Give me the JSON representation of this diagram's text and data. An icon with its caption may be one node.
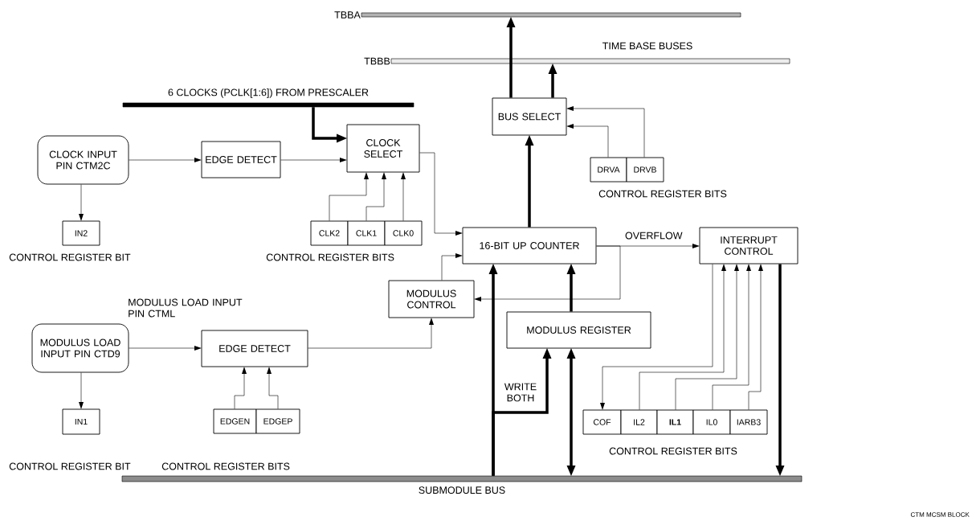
{
  "diagram": {
    "nodes": [
      {
        "text": [
          "TBBA"
        ]
      },
      {
        "text": [
          "TBBB"
        ]
      },
      {
        "text": [
          "6 CLOCKS (PCLK[1:6]) FROM PRESCALER"
        ]
      },
      {
        "text": [
          "CLOCK INPUT PIN CTM2C"
        ]
      },
      {
        "text": [
          "EDGE DETECT"
        ]
      },
      {
        "text": [
          "CLOCK SELECT"
        ]
      },
      {
        "text": [
          "BUS SELECT"
        ]
      },
      {
        "text": [
          "DRVA"
        ]
      },
      {
        "text": [
          "DRVB"
        ]
      },
      {
        "text": [
          "IN2"
        ]
      },
      {
        "text": [
          "CLK2"
        ]
      },
      {
        "text": [
          "CLK1"
        ]
      },
      {
        "text": [
          "CLK0"
        ]
      },
      {
        "text": [
          "16-BIT UP COUNTER"
        ]
      },
      {
        "text": [
          "INTERRUPT CONTROL"
        ]
      },
      {
        "text": [
          "MODULUS CONTROL"
        ]
      },
      {
        "text": [
          "MODULUS LOAD INPUT PIN CTD9"
        ]
      },
      {
        "text": [
          "EDGE DETECT"
        ]
      },
      {
        "text": [
          "MODULUS REGISTER"
        ]
      },
      {
        "text": [
          "EDGEN"
        ]
      },
      {
        "text": [
          "EDGEP"
        ]
      },
      {
        "text": [
          "IN1"
        ]
      },
      {
        "text": [
          "COF"
        ]
      },
      {
        "text": [
          "IL2"
        ]
      },
      {
        "text": [
          "IL1"
        ]
      },
      {
        "text": [
          "IL0"
        ]
      },
      {
        "text": [
          "IARB3"
        ]
      },
      {
        "text": [
          "SUBMODULE BUS"
        ]
      }
    ],
    "edges": [
      {
        "from": 6,
        "to": 0,
        "arrow": "to",
        "style": "thick"
      },
      {
        "from": 6,
        "to": 1,
        "arrow": "to",
        "style": "thick"
      },
      {
        "from": 13,
        "to": 6,
        "arrow": "to",
        "style": "thick"
      },
      {
        "from": 2,
        "to": 5,
        "arrow": "to",
        "style": "thick"
      },
      {
        "from": 3,
        "to": 4,
        "arrow": "to"
      },
      {
        "from": 4,
        "to": 5,
        "arrow": "to"
      },
      {
        "from": 3,
        "to": 9,
        "arrow": "to"
      },
      {
        "from": 10,
        "to": 5,
        "arrow": "to"
      },
      {
        "from": 11,
        "to": 5,
        "arrow": "to"
      },
      {
        "from": 12,
        "to": 5,
        "arrow": "to"
      },
      {
        "from": 7,
        "to": 6,
        "arrow": "to"
      },
      {
        "from": 8,
        "to": 6,
        "arrow": "to"
      },
      {
        "from": 5,
        "to": 13,
        "arrow": "to"
      },
      {
        "from": 15,
        "to": 13,
        "arrow": "to"
      },
      {
        "from": 13,
        "to": 14,
        "arrow": "to",
        "label": "OVERFLOW"
      },
      {
        "from": 13,
        "to": 15,
        "arrow": "to"
      },
      {
        "from": 16,
        "to": 17,
        "arrow": "to"
      },
      {
        "from": 16,
        "to": 21,
        "arrow": "to"
      },
      {
        "from": 17,
        "to": 15,
        "arrow": "to"
      },
      {
        "from": 19,
        "to": 17,
        "arrow": "to"
      },
      {
        "from": 20,
        "to": 17,
        "arrow": "to"
      },
      {
        "from": 27,
        "to": 13,
        "arrow": "to",
        "style": "thick"
      },
      {
        "from": 27,
        "to": 18,
        "arrow": "to",
        "style": "thick",
        "label": "WRITE BOTH"
      },
      {
        "from": 18,
        "to": 27,
        "arrow": "both",
        "style": "thick"
      },
      {
        "from": 18,
        "to": 13,
        "arrow": "to",
        "style": "thick"
      },
      {
        "from": 14,
        "to": 22,
        "arrow": "to"
      },
      {
        "from": 23,
        "to": 14,
        "arrow": "to"
      },
      {
        "from": 24,
        "to": 14,
        "arrow": "to"
      },
      {
        "from": 25,
        "to": 14,
        "arrow": "to"
      },
      {
        "from": 26,
        "to": 14,
        "arrow": "to"
      },
      {
        "from": 14,
        "to": 27,
        "arrow": "to",
        "style": "thick"
      }
    ],
    "labels": [
      "TIME BASE BUSES",
      "CONTROL REGISTER BITS",
      "CONTROL REGISTER BIT",
      "CONTROL REGISTER BITS",
      "MODULUS LOAD INPUT PIN CTML",
      "CONTROL REGISTER BITS",
      "CONTROL REGISTER BIT",
      "CONTROL REGISTER BITS",
      "CTM MCSM BLOCK"
    ]
  }
}
